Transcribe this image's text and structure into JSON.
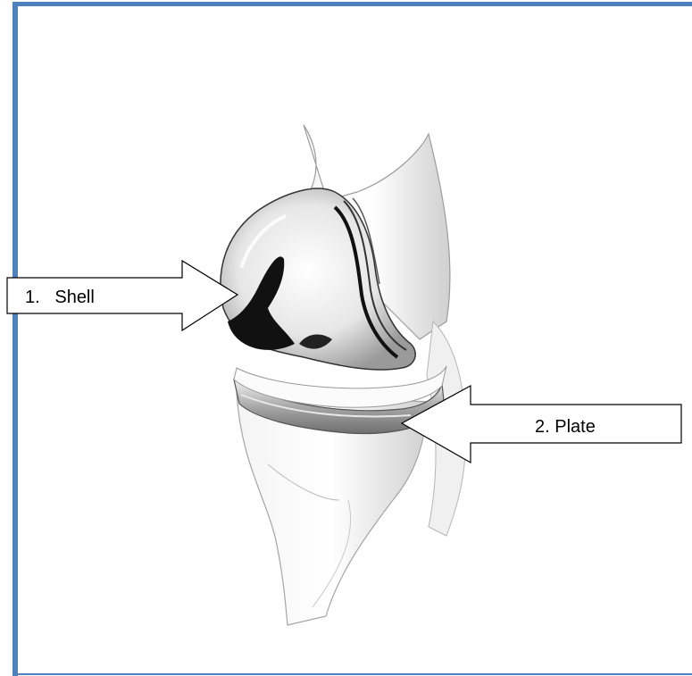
{
  "diagram": {
    "border_color": "#4f81bd",
    "illustration": "knee-implant-sketch",
    "callouts": [
      {
        "label": "1.   Shell",
        "points_to": "femoral-shell",
        "arrow_direction": "right"
      },
      {
        "label": "2. Plate",
        "points_to": "tibial-plate",
        "arrow_direction": "left"
      }
    ]
  }
}
